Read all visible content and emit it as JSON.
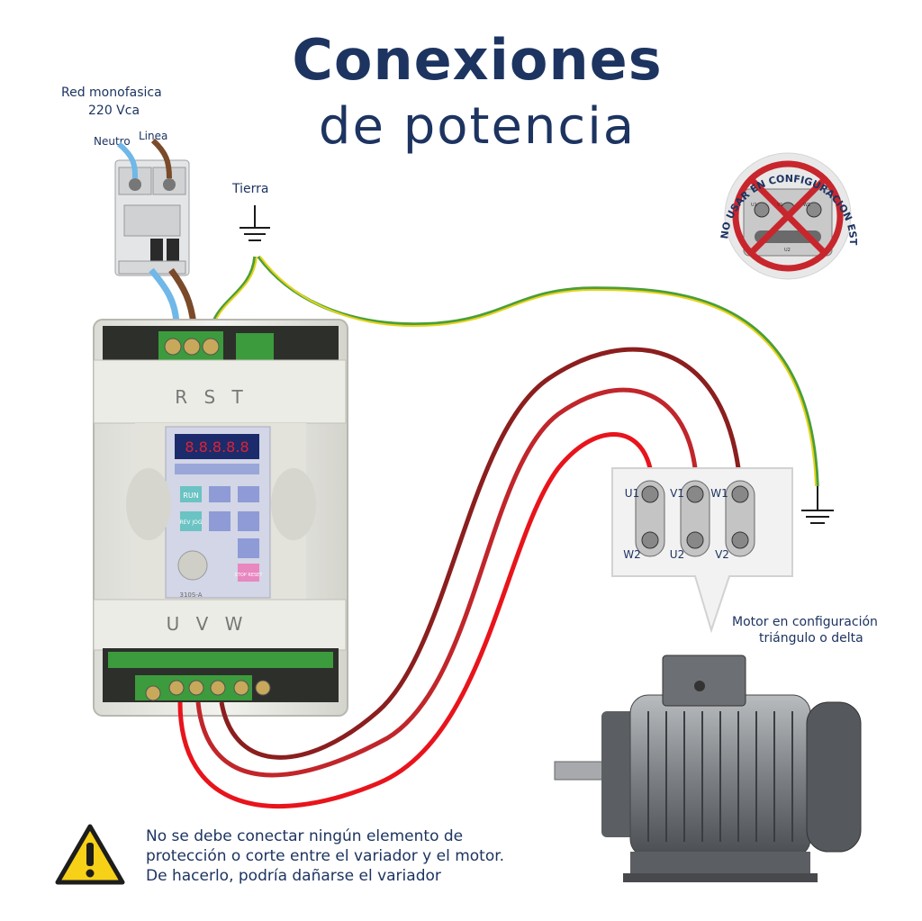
{
  "title": {
    "line1": "Conexiones",
    "line2": "de potencia"
  },
  "supply": {
    "line1": "Red monofasica",
    "line2": "220 Vca",
    "neutral": "Neutro",
    "line": "Linea"
  },
  "ground_label": "Tierra",
  "drive": {
    "top_terminals": "R S T",
    "bottom_terminals": "U V W",
    "display": "8.8.8.8.8",
    "keys": [
      "RUN",
      "REV JOG",
      "STOP RESET"
    ],
    "model": "310S-A"
  },
  "motor_box": {
    "top_labels": [
      "U1",
      "V1",
      "W1"
    ],
    "bottom_labels": [
      "W2",
      "U2",
      "V2"
    ]
  },
  "motor_caption": {
    "line1": "Motor en configuración",
    "line2": "triángulo o delta"
  },
  "no_star": {
    "text": "NO USAR EN CONFIGURACION ESTRELLA",
    "labels": [
      "U1",
      "V1",
      "W1",
      "U2"
    ]
  },
  "warning": {
    "lines": [
      "No se debe conectar ningún elemento de",
      "protección o corte entre el variador y el motor.",
      "De hacerlo, podría dañarse el variador"
    ]
  },
  "colors": {
    "title": "#1d3461",
    "wire_dark": "#8b1e1e",
    "wire_mid": "#c0262b",
    "wire_bright": "#e8141c",
    "ground_wire_yellow": "#e6d21a",
    "ground_wire_green": "#4a9e3a",
    "warning_yellow": "#f7d117",
    "no_symbol": "#c8262d"
  }
}
